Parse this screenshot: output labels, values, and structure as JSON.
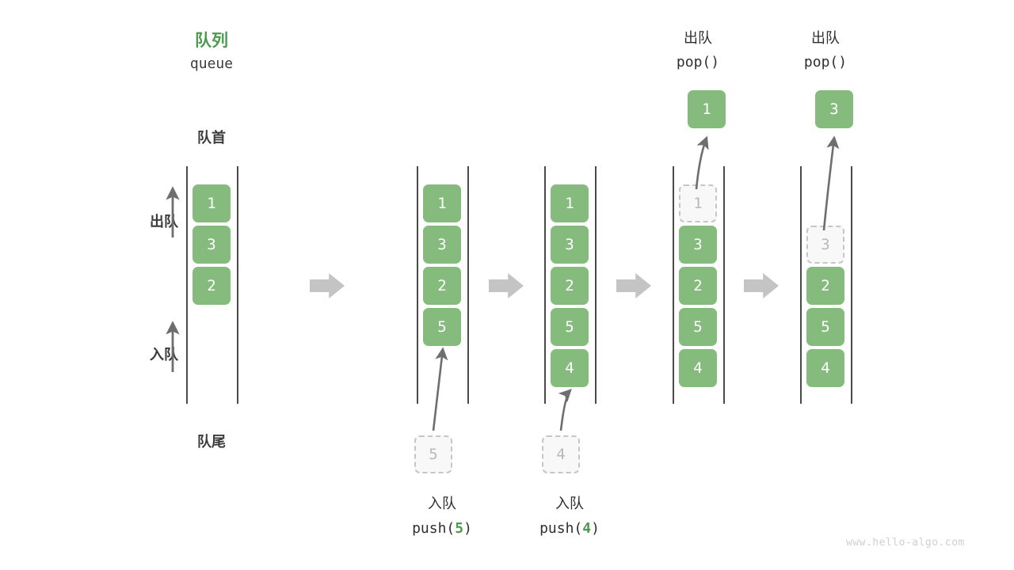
{
  "diagram": {
    "title_cn": "队列",
    "title_en": "queue",
    "front_label": "队首",
    "rear_label": "队尾",
    "dequeue_axis_label": "出队",
    "enqueue_axis_label": "入队",
    "watermark": "www.hello-algo.com",
    "colors": {
      "accent_green": "#85bb7d",
      "title_green": "#4e9a51",
      "ghost_fill": "#f8f8f8",
      "ghost_border": "#c6c6c6",
      "rail": "#4a4a4a",
      "arrow_gray": "#6e6e6e",
      "block_arrow": "#c4c4c4",
      "text_dark": "#3c3c3c",
      "watermark_gray": "#cfcfcf"
    }
  },
  "columns": [
    {
      "id": "initial",
      "cells": [
        "1",
        "3",
        "2"
      ],
      "ghost": null,
      "below_ghost": null,
      "popped": null,
      "header_cn": null,
      "header_code": null,
      "footer_cn": null,
      "footer_code": null,
      "footer_code_arg": null
    },
    {
      "id": "push-5",
      "cells": [
        "1",
        "3",
        "2",
        "5"
      ],
      "ghost": null,
      "below_ghost": "5",
      "popped": null,
      "header_cn": null,
      "header_code": null,
      "footer_cn": "入队",
      "footer_code_prefix": "push(",
      "footer_code_arg": "5",
      "footer_code_suffix": ")"
    },
    {
      "id": "push-4",
      "cells": [
        "1",
        "3",
        "2",
        "5",
        "4"
      ],
      "ghost": null,
      "below_ghost": "4",
      "popped": null,
      "header_cn": null,
      "header_code": null,
      "footer_cn": "入队",
      "footer_code_prefix": "push(",
      "footer_code_arg": "4",
      "footer_code_suffix": ")"
    },
    {
      "id": "pop-1",
      "cells": [
        "3",
        "2",
        "5",
        "4"
      ],
      "ghost": "1",
      "ghost_row": 1,
      "below_ghost": null,
      "popped": "1",
      "header_cn": "出队",
      "header_code": "pop()",
      "footer_cn": null,
      "footer_code": null
    },
    {
      "id": "pop-3",
      "cells": [
        "2",
        "5",
        "4"
      ],
      "ghost": "3",
      "ghost_row": 2,
      "below_ghost": null,
      "popped": "3",
      "header_cn": "出队",
      "header_code": "pop()",
      "footer_cn": null,
      "footer_code": null
    }
  ],
  "transitions": [
    "arrow-1",
    "arrow-2",
    "arrow-3",
    "arrow-4"
  ]
}
